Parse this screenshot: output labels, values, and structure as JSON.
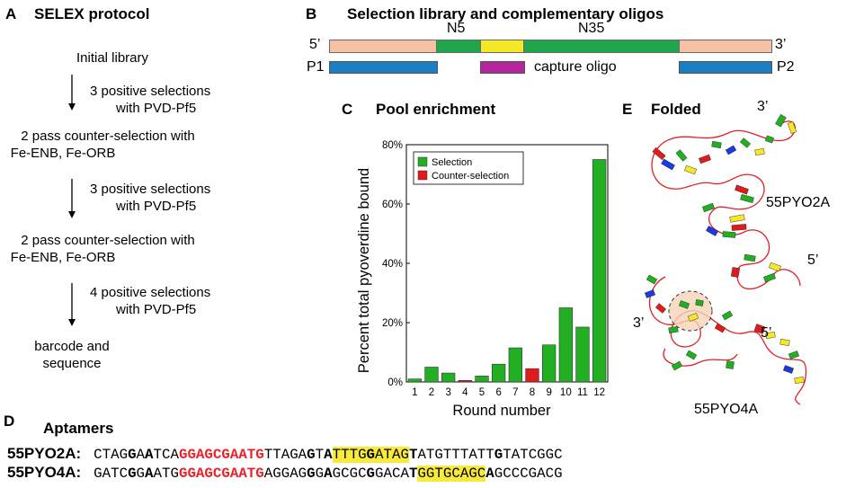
{
  "panelA": {
    "letter": "A",
    "title": "SELEX protocol",
    "steps": [
      "Initial library",
      "3 positive selections",
      "with PVD-Pf5",
      "2 pass counter-selection with",
      "Fe-ENB, Fe-ORB",
      "3 positive selections",
      "with PVD-Pf5",
      "2 pass counter-selection with",
      "Fe-ENB, Fe-ORB",
      "4 positive selections",
      "with PVD-Pf5",
      "barcode and",
      "sequence"
    ]
  },
  "panelB": {
    "letter": "B",
    "title": "Selection library and complementary oligos",
    "end5": "5’",
    "end3": "3’",
    "n5": "N5",
    "n35": "N35",
    "p1": "P1",
    "p2": "P2",
    "capture": "capture oligo",
    "colors": {
      "primer": "#f7c2a4",
      "variable": "#1fa54a",
      "yellow": "#f6e826",
      "oligo": "#1b7ec2",
      "capture": "#b4249a"
    }
  },
  "panelC": {
    "letter": "C",
    "title": "Pool enrichment"
  },
  "chart_data": {
    "type": "bar",
    "categories": [
      "1",
      "2",
      "3",
      "4",
      "5",
      "6",
      "7",
      "8",
      "9",
      "10",
      "11",
      "12"
    ],
    "series": [
      {
        "name": "Selection",
        "values": [
          1,
          5,
          3,
          0.5,
          2,
          6,
          11.5,
          null,
          12.5,
          25,
          18.5,
          75
        ],
        "color": "#22b022"
      },
      {
        "name": "Counter-selection",
        "values": [
          null,
          null,
          null,
          0.5,
          null,
          null,
          null,
          4.5,
          null,
          null,
          null,
          null
        ],
        "color": "#e01b1b"
      }
    ],
    "xlabel": "Round number",
    "ylabel": "Percent total pyoverdine bound",
    "ylim": [
      0,
      80
    ],
    "yticks": [
      "0%",
      "20%",
      "40%",
      "60%",
      "80%"
    ],
    "legend": "top-left"
  },
  "panelD": {
    "letter": "D",
    "title": "Aptamers",
    "rows": [
      {
        "label": "55PYO2A:",
        "segments": [
          {
            "t": "CTAG",
            "s": ""
          },
          {
            "t": "G",
            "s": "b"
          },
          {
            "t": "A",
            "s": ""
          },
          {
            "t": "A",
            "s": "b"
          },
          {
            "t": "TCA",
            "s": ""
          },
          {
            "t": "GGAGCGAATG",
            "s": "r"
          },
          {
            "t": "TTAGA",
            "s": ""
          },
          {
            "t": "G",
            "s": "b"
          },
          {
            "t": "T",
            "s": ""
          },
          {
            "t": "A",
            "s": "b"
          },
          {
            "t": "TTTG",
            "s": "h"
          },
          {
            "t": "G",
            "s": "hb"
          },
          {
            "t": "ATAG",
            "s": "h"
          },
          {
            "t": "T",
            "s": "b"
          },
          {
            "t": "ATGTTTATT",
            "s": ""
          },
          {
            "t": "G",
            "s": "b"
          },
          {
            "t": "TATCGGC",
            "s": ""
          }
        ]
      },
      {
        "label": "55PYO4A:",
        "segments": [
          {
            "t": "GATC",
            "s": ""
          },
          {
            "t": "G",
            "s": "b"
          },
          {
            "t": "G",
            "s": ""
          },
          {
            "t": "A",
            "s": "b"
          },
          {
            "t": "ATG",
            "s": ""
          },
          {
            "t": "GGAGCGAATG",
            "s": "r"
          },
          {
            "t": "AGGAG",
            "s": ""
          },
          {
            "t": "G",
            "s": "b"
          },
          {
            "t": "G",
            "s": ""
          },
          {
            "t": "A",
            "s": "b"
          },
          {
            "t": "GCGC",
            "s": ""
          },
          {
            "t": "G",
            "s": "b"
          },
          {
            "t": "GACA",
            "s": ""
          },
          {
            "t": "T",
            "s": "b"
          },
          {
            "t": "GGTGCAGC",
            "s": "h"
          },
          {
            "t": "A",
            "s": "b"
          },
          {
            "t": "GCCCGACG",
            "s": ""
          }
        ]
      }
    ]
  },
  "panelE": {
    "letter": "E",
    "title": "Folded",
    "top_name": "55PYO2A",
    "bottom_name": "55PYO4A",
    "top_end3": "3’",
    "top_end5": "5’",
    "bottom_end3": "3’",
    "bottom_end5": "5’"
  }
}
